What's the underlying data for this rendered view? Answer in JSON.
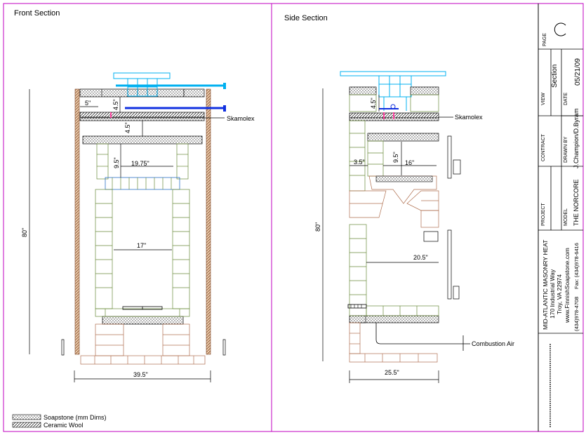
{
  "front": {
    "title": "Front Section",
    "dims": {
      "d5": "5\"",
      "d45a": "4.5\"",
      "d45b": "4.5\"",
      "d95": "9.5\"",
      "d1975": "19.75\"",
      "d17": "17\"",
      "d80": "80\"",
      "d395": "39.5\""
    },
    "skamolex": "Skamolex"
  },
  "side": {
    "title": "Side Section",
    "dims": {
      "d45": "4.5\"",
      "d35": "3.5\"",
      "d95": "9.5\"",
      "d16": "16\"",
      "d205": "20.5\"",
      "d80": "80\"",
      "d255": "25.5\""
    },
    "skamolex": "Skamolex",
    "combustion_air": "Combustion Air"
  },
  "legend": {
    "soapstone": "Soapstone (mm Dims)",
    "ceramic": "Ceramic Wool"
  },
  "title_block": {
    "page_label": "PAGE",
    "page_value": "C",
    "view_label": "VIEW",
    "view_value": "Section",
    "date_label": "DATE",
    "date_value": "05/21/09",
    "contract_label": "CONTRACT",
    "drawn_label": "DRAWN BY",
    "drawn_value": "J.Champion/D.Byram",
    "project_label": "PROJECT",
    "model_label": "MODEL",
    "model_value": "THE NORCORE",
    "company_name": "MID-ATLANTIC MASONRY HEAT",
    "company_addr1": "170 Industrial Way",
    "company_addr2": "Troy, VA 22974",
    "company_web": "www.FinnishSoapstone.com",
    "company_phone": "(434)978-4708",
    "company_fax": "Fax: (434)978-6416"
  },
  "colors": {
    "border": "#c000c0",
    "cyan": "#00b0f0",
    "blue": "#1030e0",
    "pink": "#ff40a0",
    "brown": "#b07050",
    "green": "#6a8a3a"
  }
}
